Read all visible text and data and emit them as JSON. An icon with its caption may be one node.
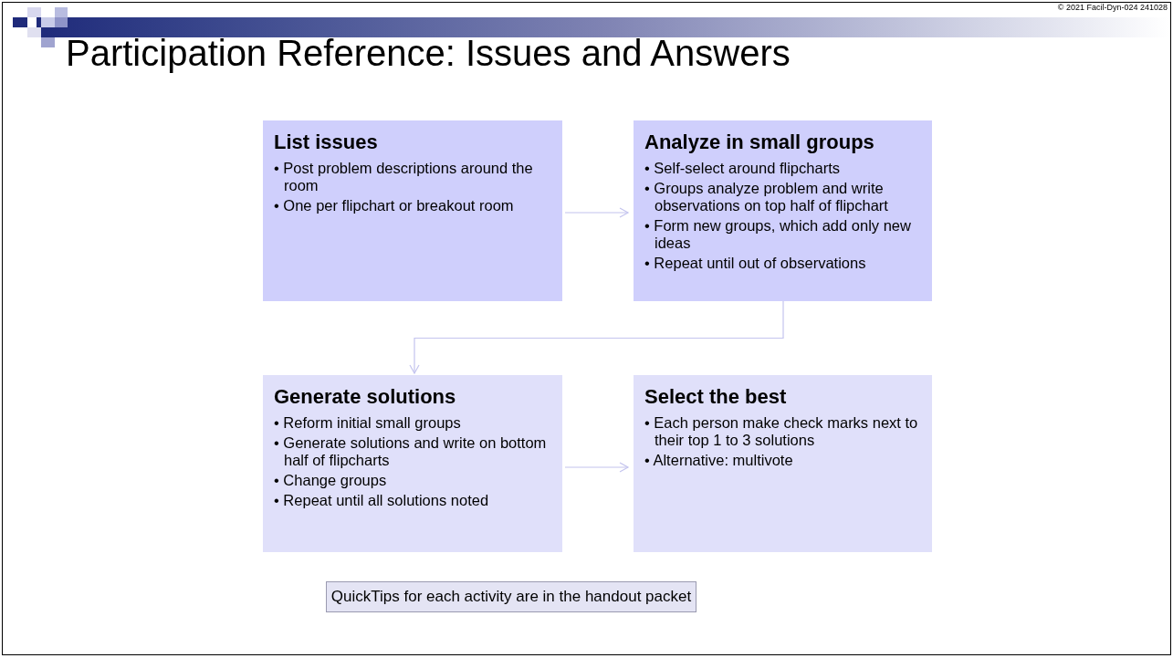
{
  "diagram": {
    "title": "Participation Reference: Issues and Answers",
    "nodes": [
      {
        "text": [
          "List issues",
          "• Post problem descriptions around the room",
          "• One per flipchart or breakout room"
        ]
      },
      {
        "text": [
          "Analyze in small groups",
          "• Self-select around flipcharts",
          "• Groups analyze problem and write observations on top half of flipchart",
          "• Form new groups, which add only new ideas",
          "• Repeat until out of observations"
        ]
      },
      {
        "text": [
          "Generate solutions",
          "• Reform initial small groups",
          "• Generate solutions and write on bottom half of flipcharts",
          "• Change groups",
          "• Repeat until all solutions noted"
        ]
      },
      {
        "text": [
          "Select the best",
          "• Each person make check marks next to their top 1 to 3 solutions",
          "• Alternative: multivote"
        ]
      },
      {
        "text": [
          "QuickTips for each activity are in the handout packet"
        ]
      }
    ],
    "edges": [
      {
        "from": 0,
        "to": 1,
        "arrow": "to"
      },
      {
        "from": 1,
        "to": 2,
        "arrow": "to"
      },
      {
        "from": 2,
        "to": 3,
        "arrow": "to"
      }
    ],
    "labels": [
      "© 2021 Facil-Dyn-024 241028"
    ]
  }
}
